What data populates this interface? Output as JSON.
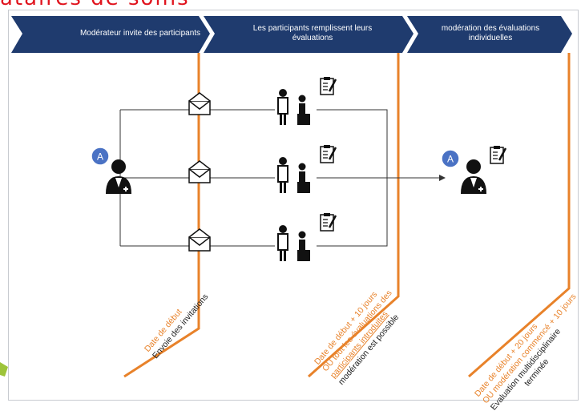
{
  "page": {
    "title": "ataires de soins"
  },
  "steps": [
    {
      "label": "Modérateur invite des participants"
    },
    {
      "label": "Les participants remplissent leurs évaluations"
    },
    {
      "label": "modération des évaluations individuelles"
    }
  ],
  "milestones": {
    "m1": {
      "line1": "Date de début",
      "line2": "Envoie des invitations"
    },
    "m2": {
      "line1": "Date de début + 10 jours",
      "line2": "OU tout les évaluations des",
      "line3": "participants introduites",
      "line4": "modération est possible"
    },
    "m3": {
      "line1": "Date de début + 20 jours",
      "line2": "OU modération commencé + 10 jours",
      "line3": "Evaluation multidisciplinaire",
      "line4": "terminée"
    }
  },
  "badges": {
    "moderator": "A",
    "result": "A"
  },
  "colors": {
    "chevron": "#1f3b6e",
    "milestone": "#e8822a",
    "title": "#e0141e",
    "badge": "#4a72c4"
  }
}
